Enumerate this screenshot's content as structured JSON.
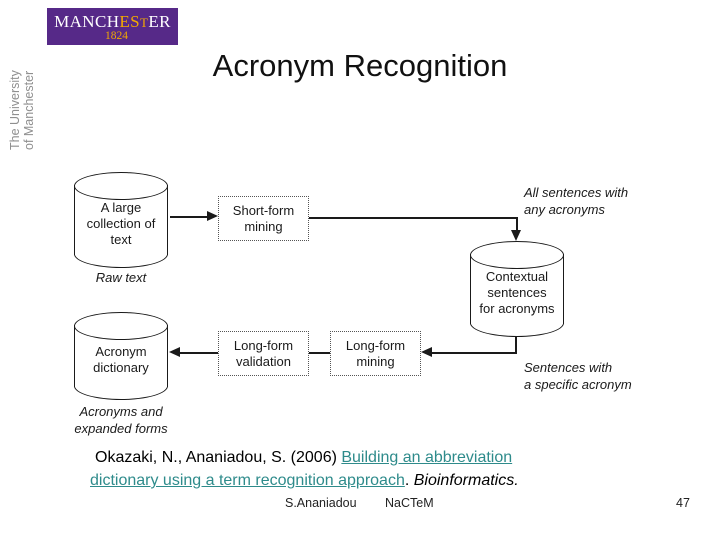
{
  "brand": {
    "wordmark": {
      "pre": "MANCH",
      "mid": "ES",
      "small": "T",
      "post": "ER",
      "year": "1824"
    },
    "vertical_text": "The University\nof Manchester",
    "purple": "#562988",
    "gold": "#f2a900"
  },
  "slide": {
    "title": "Acronym Recognition"
  },
  "diagram": {
    "raw_text_store": {
      "label": "A large\ncollection of\ntext",
      "caption": "Raw text"
    },
    "short_form_mining": {
      "label": "Short-form\nmining"
    },
    "contextual_store": {
      "label": "Contextual\nsentences\nfor acronyms"
    },
    "long_form_mining": {
      "label": "Long-form\nmining"
    },
    "long_form_validation": {
      "label": "Long-form\nvalidation"
    },
    "dictionary_store": {
      "label": "Acronym\ndictionary",
      "caption": "Acronyms and\nexpanded forms"
    },
    "note_all_sentences": "All sentences with\nany acronyms",
    "note_specific_acronym": "Sentences with\na specific acronym"
  },
  "citation": {
    "authors": "Okazaki, N., Ananiadou, S. (2006) ",
    "link_text": "Building an abbreviation dictionary using a term recognition approach",
    "separator": ". ",
    "journal": "Bioinformatics.",
    "link_color": "#2e8b8b"
  },
  "footer": {
    "author": "S.Ananiadou",
    "org": "NaCTeM",
    "page_number": "47"
  }
}
